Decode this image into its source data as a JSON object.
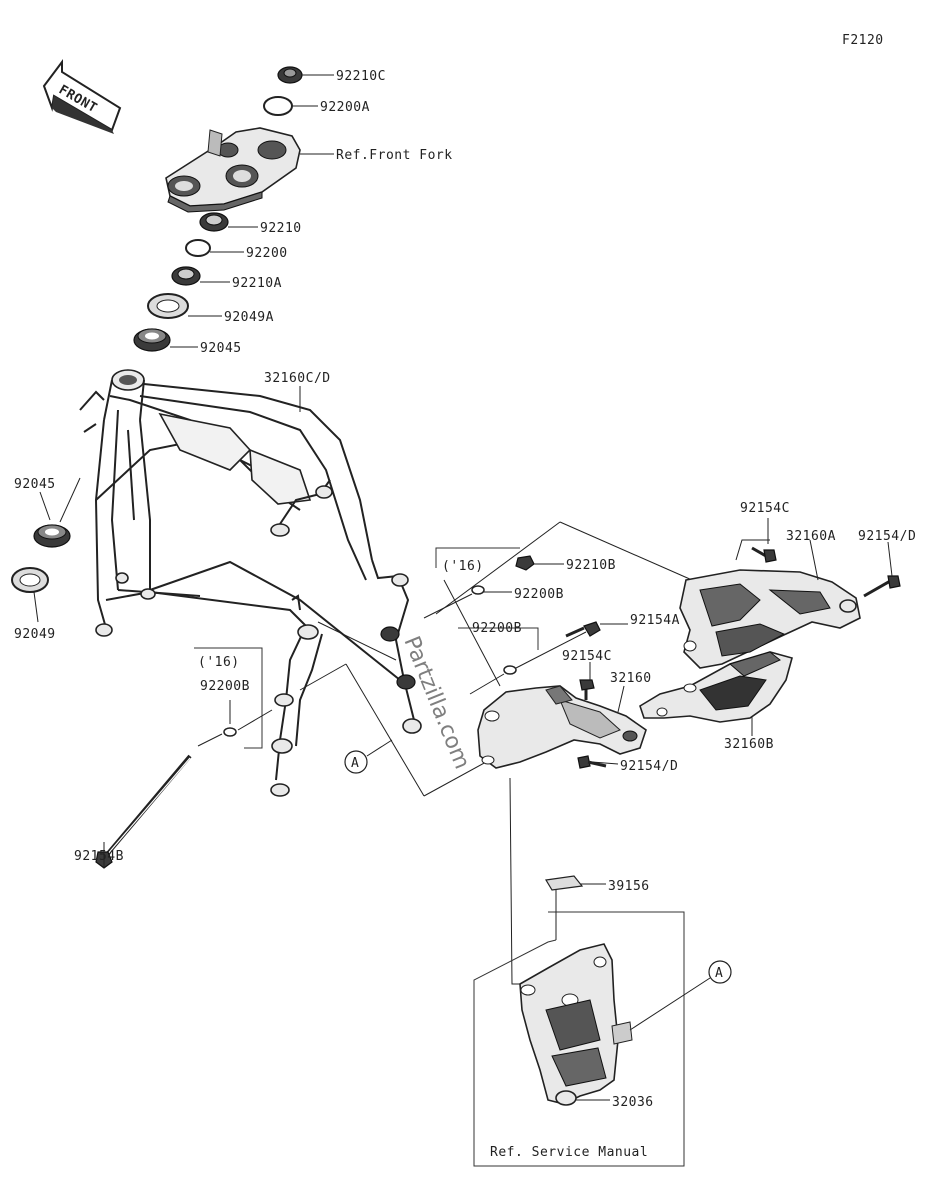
{
  "figure_code": "F2120",
  "front_arrow_text": "FRONT",
  "watermark": "Partzilla.com",
  "ref_labels": {
    "front_fork": "Ref.Front Fork",
    "service_manual": "Ref. Service Manual"
  },
  "year_notes": [
    "('16)",
    "('16)"
  ],
  "callout_letter": "A",
  "parts": [
    {
      "id": "92210C",
      "label": "92210C"
    },
    {
      "id": "92200A",
      "label": "92200A"
    },
    {
      "id": "92210",
      "label": "92210"
    },
    {
      "id": "92200",
      "label": "92200"
    },
    {
      "id": "92210A",
      "label": "92210A"
    },
    {
      "id": "92049A",
      "label": "92049A"
    },
    {
      "id": "92045_top",
      "label": "92045"
    },
    {
      "id": "32160CD",
      "label": "32160C/D"
    },
    {
      "id": "92045_side",
      "label": "92045"
    },
    {
      "id": "92049",
      "label": "92049"
    },
    {
      "id": "92154C_top",
      "label": "92154C"
    },
    {
      "id": "32160A",
      "label": "32160A"
    },
    {
      "id": "92154D_top",
      "label": "92154/D"
    },
    {
      "id": "92210B",
      "label": "92210B"
    },
    {
      "id": "92200B_top",
      "label": "92200B"
    },
    {
      "id": "92200B_mid",
      "label": "92200B"
    },
    {
      "id": "92154A",
      "label": "92154A"
    },
    {
      "id": "92154C_mid",
      "label": "92154C"
    },
    {
      "id": "32160",
      "label": "32160"
    },
    {
      "id": "32160B",
      "label": "32160B"
    },
    {
      "id": "92154D_mid",
      "label": "92154/D"
    },
    {
      "id": "92200B_left",
      "label": "92200B"
    },
    {
      "id": "92154B",
      "label": "92154B"
    },
    {
      "id": "39156",
      "label": "39156"
    },
    {
      "id": "32036",
      "label": "32036"
    }
  ]
}
